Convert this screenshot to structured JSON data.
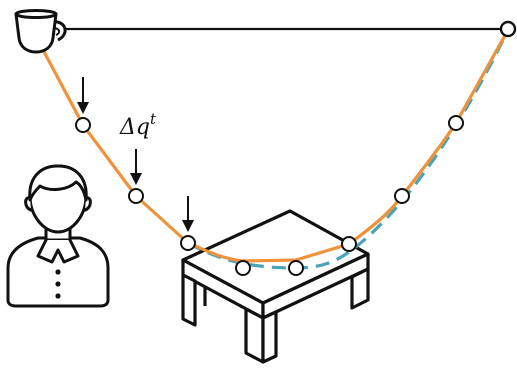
{
  "diagram": {
    "annotation": {
      "symbol": "Δq",
      "superscript": "t"
    },
    "colors": {
      "line": "#111111",
      "trajectory_solid": "#f0923a",
      "trajectory_dashed": "#4aa3b8",
      "waypoint_fill": "#ffffff",
      "background": "#ffffff"
    },
    "icons": {
      "cup": "coffee-cup-icon",
      "person": "person-icon",
      "table": "table-icon"
    },
    "waypoint_count": 8,
    "arrow_count": 3
  }
}
